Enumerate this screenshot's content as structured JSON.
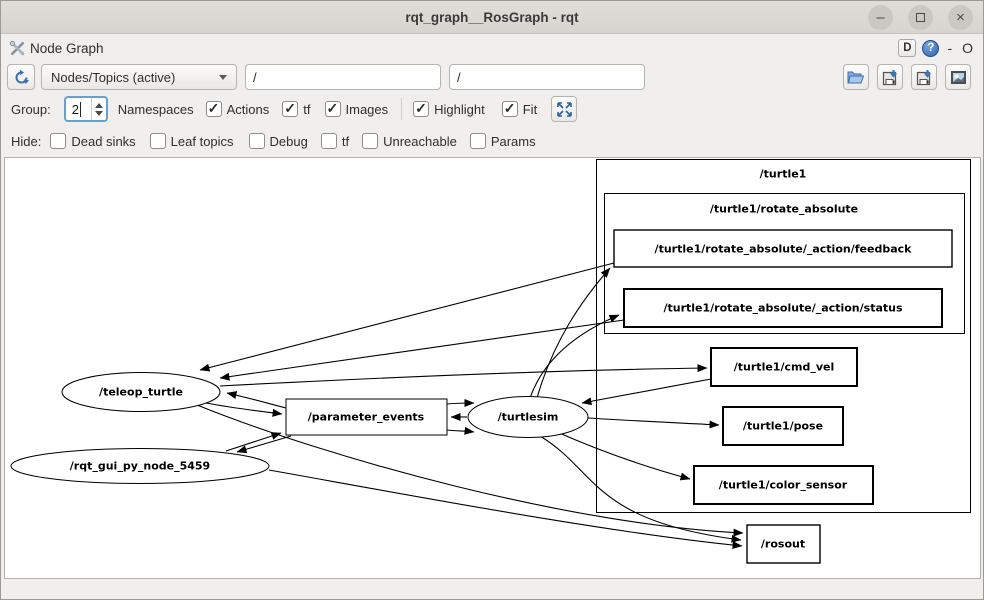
{
  "window": {
    "title": "rqt_graph__RosGraph - rqt",
    "controls": {
      "minimize": "–",
      "close": "×"
    }
  },
  "plugin_bar": {
    "icon": "node-graph-plugin-icon",
    "title": "Node Graph",
    "buttons": {
      "dock": "D",
      "help": "?",
      "minimize": "-",
      "float": "O"
    }
  },
  "toolbar": {
    "refresh_icon": "refresh-icon",
    "graph_type_selected": "Nodes/Topics (active)",
    "filter1": {
      "value": "/"
    },
    "filter2": {
      "value": "/"
    },
    "action_icons": [
      "open-folder-icon",
      "save-dot-icon",
      "save-as-icon",
      "save-image-icon"
    ]
  },
  "options_row": {
    "group_label": "Group:",
    "group_value": "2",
    "namespaces_label": "Namespaces",
    "actions": {
      "label": "Actions",
      "checked": true
    },
    "tf": {
      "label": "tf",
      "checked": true
    },
    "images": {
      "label": "Images",
      "checked": true
    },
    "highlight": {
      "label": "Highlight",
      "checked": true
    },
    "fit": {
      "label": "Fit",
      "checked": true
    },
    "fit_button_icon": "fit-in-view-icon"
  },
  "hide_row": {
    "label": "Hide:",
    "dead_sinks": {
      "label": "Dead sinks",
      "checked": false
    },
    "leaf_topics": {
      "label": "Leaf topics",
      "checked": false
    },
    "debug": {
      "label": "Debug",
      "checked": false
    },
    "tf": {
      "label": "tf",
      "checked": false
    },
    "unreachable": {
      "label": "Unreachable",
      "checked": false
    },
    "params": {
      "label": "Params",
      "checked": false
    }
  },
  "graph": {
    "clusters": {
      "turtle1": {
        "label": "/turtle1"
      },
      "rotate_absolute": {
        "label": "/turtle1/rotate_absolute"
      }
    },
    "nodes": {
      "teleop": {
        "label": "/teleop_turtle"
      },
      "rqt_gui": {
        "label": "/rqt_gui_py_node_5459"
      },
      "turtlesim": {
        "label": "/turtlesim"
      }
    },
    "topics": {
      "parameter_events": {
        "label": "/parameter_events"
      },
      "feedback": {
        "label": "/turtle1/rotate_absolute/_action/feedback"
      },
      "status": {
        "label": "/turtle1/rotate_absolute/_action/status"
      },
      "cmd_vel": {
        "label": "/turtle1/cmd_vel"
      },
      "pose": {
        "label": "/turtle1/pose"
      },
      "color_sensor": {
        "label": "/turtle1/color_sensor"
      },
      "rosout": {
        "label": "/rosout"
      }
    },
    "edges": [
      {
        "from": "/turtle1/rotate_absolute/_action/feedback",
        "to": "/teleop_turtle"
      },
      {
        "from": "/turtle1/rotate_absolute/_action/status",
        "to": "/teleop_turtle"
      },
      {
        "from": "/parameter_events",
        "to": "/teleop_turtle"
      },
      {
        "from": "/teleop_turtle",
        "to": "/parameter_events"
      },
      {
        "from": "/teleop_turtle",
        "to": "/turtle1/cmd_vel"
      },
      {
        "from": "/teleop_turtle",
        "to": "/rosout"
      },
      {
        "from": "/turtle1/cmd_vel",
        "to": "/turtlesim"
      },
      {
        "from": "/turtlesim",
        "to": "/turtle1/pose"
      },
      {
        "from": "/turtlesim",
        "to": "/turtle1/color_sensor"
      },
      {
        "from": "/turtlesim",
        "to": "/turtle1/rotate_absolute/_action/feedback"
      },
      {
        "from": "/turtlesim",
        "to": "/turtle1/rotate_absolute/_action/status"
      },
      {
        "from": "/turtlesim",
        "to": "/parameter_events"
      },
      {
        "from": "/parameter_events",
        "to": "/turtlesim"
      },
      {
        "from": "/parameter_events",
        "to": "/turtlesim"
      },
      {
        "from": "/turtlesim",
        "to": "/rosout"
      },
      {
        "from": "/rqt_gui_py_node_5459",
        "to": "/parameter_events"
      },
      {
        "from": "/parameter_events",
        "to": "/rqt_gui_py_node_5459"
      },
      {
        "from": "/rqt_gui_py_node_5459",
        "to": "/rosout"
      }
    ],
    "colors": {
      "stroke": "#000000",
      "background": "#ffffff"
    }
  }
}
